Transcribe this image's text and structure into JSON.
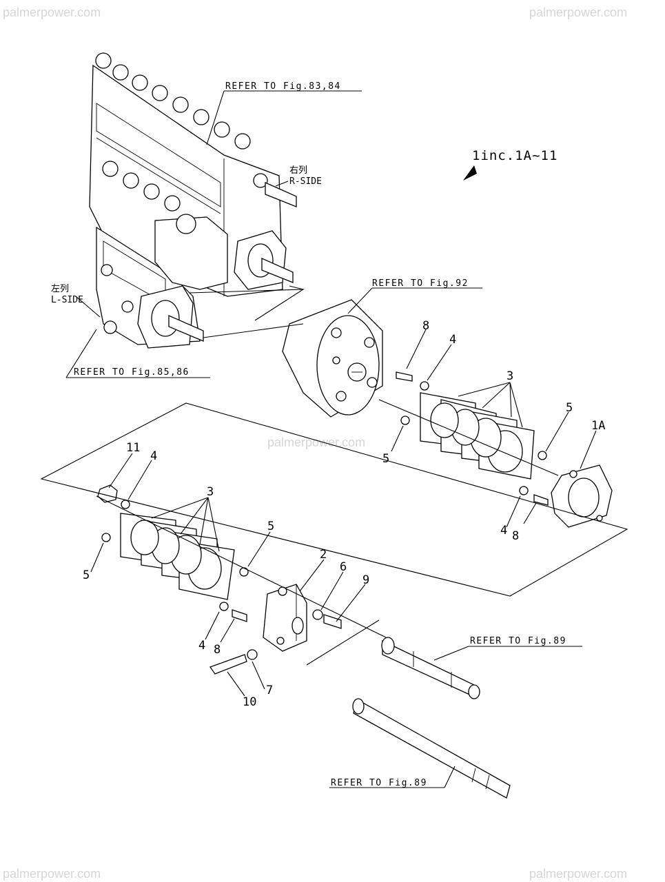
{
  "watermarks": {
    "top_left": "palmerpower.com",
    "top_right": "palmerpower.com",
    "center": "palmerpower.com",
    "bottom_left": "palmerpower.com",
    "bottom_right": "palmerpower.com"
  },
  "includes_note": "1inc.1A~11",
  "sides": {
    "right_jp": "右列",
    "right_en": "R-SIDE",
    "left_jp": "左列",
    "left_en": "L-SIDE"
  },
  "references": {
    "fig_83_84": "REFER TO Fig.83,84",
    "fig_92": "REFER TO Fig.92",
    "fig_85_86": "REFER TO Fig.85,86",
    "fig_89_upper": "REFER TO Fig.89",
    "fig_89_lower": "REFER TO Fig.89"
  },
  "callouts": {
    "c1A": "1A",
    "c2": "2",
    "c3_upper": "3",
    "c3_lower": "3",
    "c4_upper": "4",
    "c4_right": "4",
    "c4_left_top": "4",
    "c4_left_bottom": "4",
    "c5_upper_left": "5",
    "c5_upper_right": "5",
    "c5_lower_mid": "5",
    "c5_lower_left": "5",
    "c6": "6",
    "c7": "7",
    "c8_upper": "8",
    "c8_right": "8",
    "c8_lower": "8",
    "c9": "9",
    "c10": "10",
    "c11": "11"
  }
}
